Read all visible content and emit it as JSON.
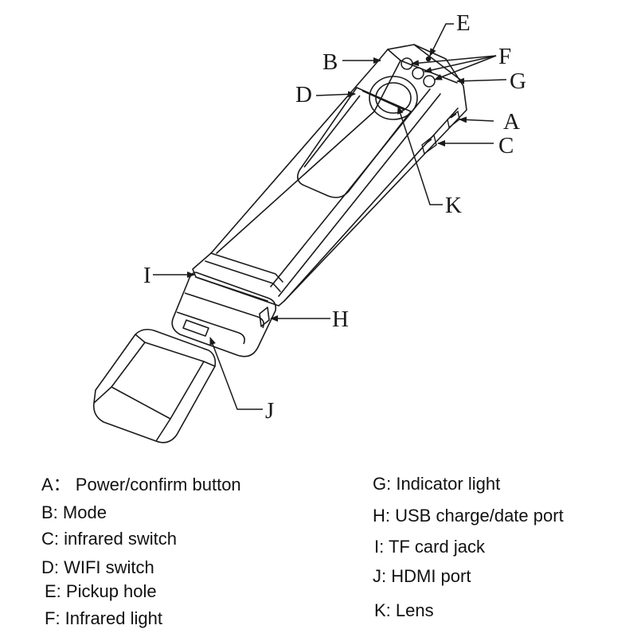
{
  "callouts": {
    "A": "A",
    "B": "B",
    "C": "C",
    "D": "D",
    "E": "E",
    "F": "F",
    "G": "G",
    "H": "H",
    "I": "I",
    "J": "J",
    "K": "K"
  },
  "legend": {
    "left": [
      "A： Power/confirm button",
      "B: Mode",
      "C: infrared switch",
      "D: WIFI switch",
      "E: Pickup hole",
      "F: Infrared light"
    ],
    "right": [
      "G: Indicator light",
      "H: USB charge/date port",
      "I: TF card jack",
      "J: HDMI port",
      "K: Lens"
    ]
  },
  "colors": {
    "line": "#1a1a1a",
    "background": "#ffffff"
  }
}
